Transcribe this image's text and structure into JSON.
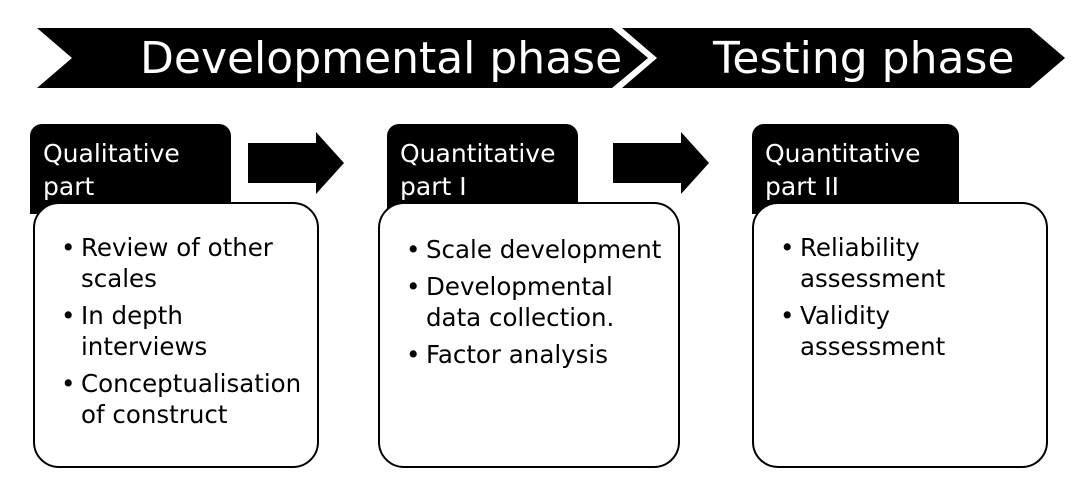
{
  "phases": {
    "developmental": "Developmental phase",
    "testing": "Testing phase"
  },
  "stages": [
    {
      "title_lines": [
        "Qualitative",
        "part"
      ],
      "items": [
        "Review of other scales",
        "In depth interviews",
        "Conceptualisation of construct"
      ]
    },
    {
      "title_lines": [
        "Quantitative",
        "part I"
      ],
      "items": [
        "Scale development",
        "Developmental data collection.",
        "Factor analysis"
      ]
    },
    {
      "title_lines": [
        "Quantitative",
        "part II"
      ],
      "items": [
        "Reliability assessment",
        "Validity assessment"
      ]
    }
  ],
  "colors": {
    "fill": "#000000",
    "text_on_fill": "#ffffff",
    "border": "#000000"
  }
}
